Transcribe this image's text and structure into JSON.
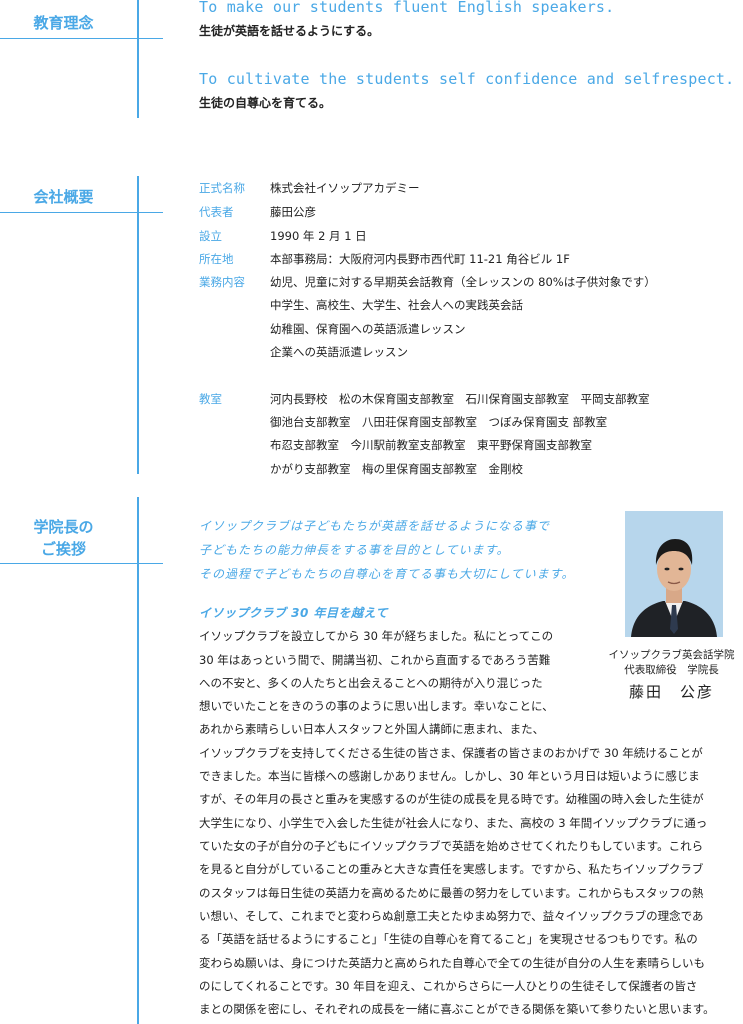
{
  "philosophy": {
    "title": "教育理念",
    "items": [
      {
        "en": "To make our students fluent English speakers.",
        "jp": "生徒が英語を話せるようにする。"
      },
      {
        "en": "To cultivate the students self confidence and selfrespect.",
        "jp": "生徒の自尊心を育てる。"
      }
    ]
  },
  "company": {
    "title": "会社概要",
    "rows": [
      {
        "label": "正式名称",
        "lines": [
          "株式会社イソップアカデミー"
        ]
      },
      {
        "label": "代表者",
        "lines": [
          "藤田公彦"
        ]
      },
      {
        "label": "設立",
        "lines": [
          "1990 年 2 月 1 日"
        ]
      },
      {
        "label": "所在地",
        "lines": [
          "本部事務局：大阪府河内長野市西代町 11-21 角谷ビル 1F"
        ]
      },
      {
        "label": "業務内容",
        "lines": [
          "幼児、児童に対する早期英会話教育（全レッスンの 80%は子供対象です）",
          "中学生、高校生、大学生、社会人への実践英会話",
          "幼稚園、保育園への英語派遣レッスン",
          "企業への英語派遣レッスン"
        ]
      },
      {
        "label": "教室",
        "lines": [
          "河内長野校　松の木保育園支部教室　石川保育園支部教室　平岡支部教室",
          "御池台支部教室　八田荘保育園支部教室　つぼみ保育園支 部教室",
          "布忍支部教室　今川駅前教室支部教室　東平野保育園支部教室",
          "かがり支部教室　梅の里保育園支部教室　金剛校"
        ]
      }
    ]
  },
  "greeting": {
    "title_lines": [
      "学院長の",
      "ご挨拶"
    ],
    "intro": [
      "イソップクラブは子どもたちが英語を話せるようになる事で",
      "子どもたちの能力伸長をする事を目的としています。",
      "その過程で子どもたちの自尊心を育てる事も大切にしています。"
    ],
    "subheading": "イソップクラブ 30 年目を越えて",
    "body_lines": [
      "イソップクラブを設立してから 30 年が経ちました。私にとってこの",
      "30 年はあっという間で、開講当初、これから直面するであろう苦難",
      "への不安と、多くの人たちと出会えることへの期待が入り混じった",
      "想いでいたことをきのうの事のように思い出します。幸いなことに、",
      "あれから素晴らしい日本人スタッフと外国人講師に恵まれ、また、",
      "イソップクラブを支持してくださる生徒の皆さま、保護者の皆さまのおかげで  30  年続けることが",
      "できました。本当に皆様への感謝しかありません。しかし、30 年という月日は短いように感じま",
      "すが、その年月の長さと重みを実感するのが生徒の成長を見る時です。幼稚園の時入会した生徒が",
      "大学生になり、小学生で入会した生徒が社会人になり、また、高校の 3 年間イソップクラブに通っ",
      "ていた女の子が自分の子どもにイソップクラブで英語を始めさせてくれたりもしています。これら",
      "を見ると自分がしていることの重みと大きな責任を実感します。ですから、私たちイソップクラブ",
      "のスタッフは毎日生徒の英語力を高めるために最善の努力をしています。これからもスタッフの熱",
      "い想い、そして、これまでと変わらぬ創意工夫とたゆまぬ努力で、益々イソップクラブの理念であ",
      "る「英語を話せるようにすること」「生徒の自尊心を育てること」を実現させるつもりです。私の",
      "変わらぬ願いは、身につけた英語力と高められた自尊心で全ての生徒が自分の人生を素晴らしいも",
      "のにしてくれることです。30 年目を迎え、これからさらに一人ひとりの生徒そして保護者の皆さ",
      "まとの関係を密にし、それぞれの成長を一緒に喜ぶことができる関係を築いて参りたいと思います。"
    ],
    "caption": [
      "イソップクラブ英会話学院",
      "代表取締役　学院長"
    ],
    "name": "藤田　公彦"
  },
  "colors": {
    "accent": "#4aa8e6"
  }
}
